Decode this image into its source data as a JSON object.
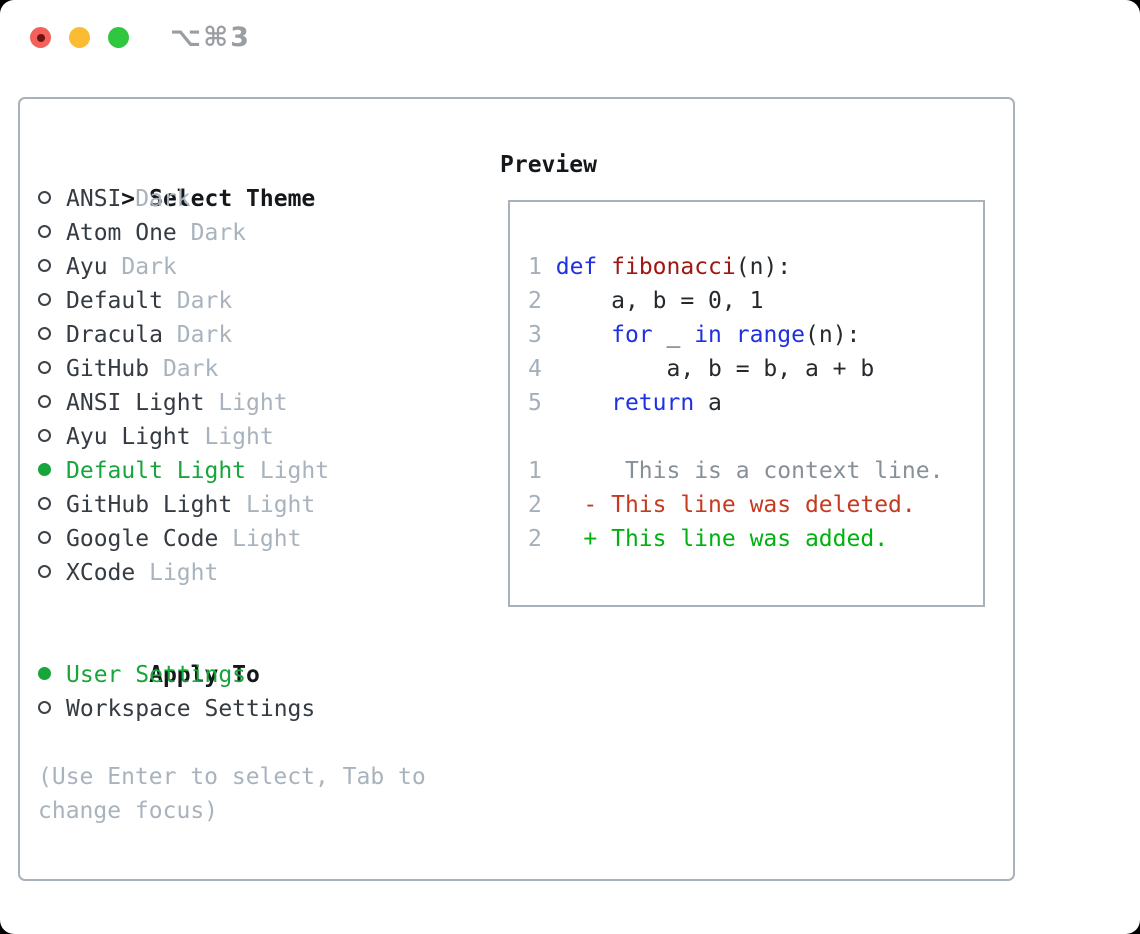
{
  "window": {
    "title": "⌥⌘3"
  },
  "traffic_lights": [
    {
      "name": "close",
      "color": "#f4605a"
    },
    {
      "name": "minimize",
      "color": "#f9bc33"
    },
    {
      "name": "zoom",
      "color": "#2fc640"
    }
  ],
  "theme_picker": {
    "header_marker": ">",
    "header": "Select Theme",
    "themes": [
      {
        "name": "ANSI",
        "variant": "Dark",
        "selected": false
      },
      {
        "name": "Atom One",
        "variant": "Dark",
        "selected": false
      },
      {
        "name": "Ayu",
        "variant": "Dark",
        "selected": false
      },
      {
        "name": "Default",
        "variant": "Dark",
        "selected": false
      },
      {
        "name": "Dracula",
        "variant": "Dark",
        "selected": false
      },
      {
        "name": "GitHub",
        "variant": "Dark",
        "selected": false
      },
      {
        "name": "ANSI Light",
        "variant": "Light",
        "selected": false
      },
      {
        "name": "Ayu Light",
        "variant": "Light",
        "selected": false
      },
      {
        "name": "Default Light",
        "variant": "Light",
        "selected": true
      },
      {
        "name": "GitHub Light",
        "variant": "Light",
        "selected": false
      },
      {
        "name": "Google Code",
        "variant": "Light",
        "selected": false
      },
      {
        "name": "XCode",
        "variant": "Light",
        "selected": false
      }
    ],
    "apply_to": {
      "header": "Apply To",
      "options": [
        {
          "label": "User Settings",
          "selected": true
        },
        {
          "label": "Workspace Settings",
          "selected": false
        }
      ]
    },
    "hint_lines": [
      "(Use Enter to select, Tab to",
      "change focus)"
    ]
  },
  "preview": {
    "header": "Preview",
    "lines": [
      {
        "num": "1",
        "segments": [
          {
            "t": " "
          },
          {
            "t": "def",
            "c": "kw"
          },
          {
            "t": " "
          },
          {
            "t": "fibonacci",
            "c": "fn"
          },
          {
            "t": "(n):"
          }
        ]
      },
      {
        "num": "2",
        "segments": [
          {
            "t": "     a, b = 0, 1"
          }
        ]
      },
      {
        "num": "3",
        "segments": [
          {
            "t": "     "
          },
          {
            "t": "for",
            "c": "kw"
          },
          {
            "t": " _ "
          },
          {
            "t": "in",
            "c": "kw"
          },
          {
            "t": " "
          },
          {
            "t": "range",
            "c": "kw"
          },
          {
            "t": "(n):"
          }
        ]
      },
      {
        "num": "4",
        "segments": [
          {
            "t": "         a, b = b, a + b"
          }
        ]
      },
      {
        "num": "5",
        "segments": [
          {
            "t": "     "
          },
          {
            "t": "return",
            "c": "kw"
          },
          {
            "t": " a"
          }
        ]
      },
      {
        "num": "",
        "segments": []
      },
      {
        "num": "1",
        "segments": [
          {
            "t": "      "
          },
          {
            "t": "This is a context line.",
            "c": "ctx"
          }
        ]
      },
      {
        "num": "2",
        "segments": [
          {
            "t": "   "
          },
          {
            "t": "- This line was deleted.",
            "c": "del"
          }
        ]
      },
      {
        "num": "2",
        "segments": [
          {
            "t": "   "
          },
          {
            "t": "+ This line was added.",
            "c": "add"
          }
        ]
      }
    ]
  },
  "colors": {
    "accent_green": "#17a53c",
    "keyword_blue": "#1f30e0",
    "function_red": "#a01712",
    "added_green": "#00b20f",
    "deleted_red": "#c53a21",
    "muted_gray": "#a8b3bd",
    "context_gray": "#878f98",
    "line_number_gray": "#a5afb9",
    "border_gray": "#a9b1ba",
    "text_dark": "#343b42"
  }
}
